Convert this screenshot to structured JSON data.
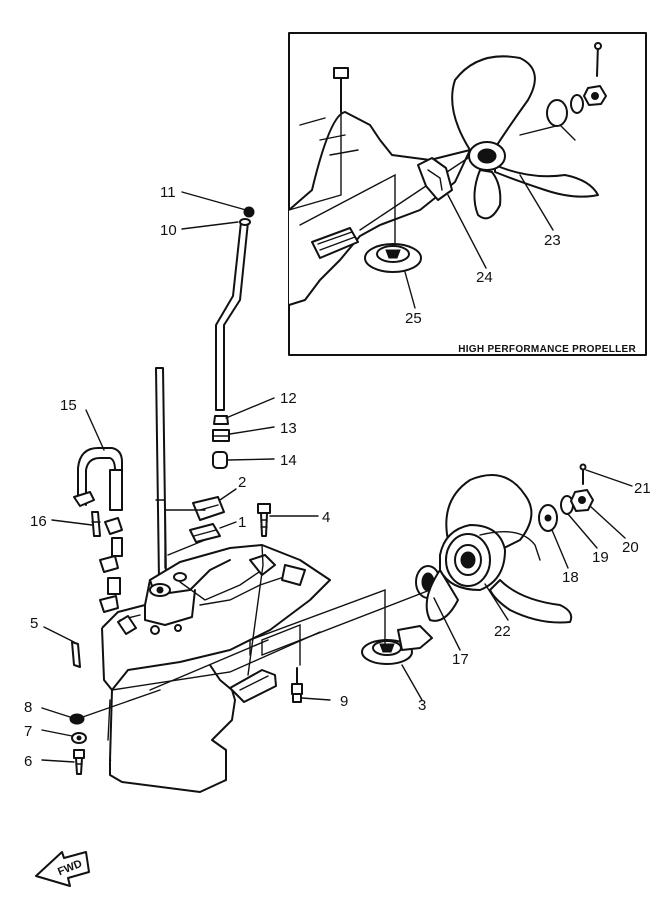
{
  "inset": {
    "caption": "HIGH PERFORMANCE PROPELLER"
  },
  "fwd_label": "FWD",
  "callouts": [
    {
      "id": "1",
      "label": "1"
    },
    {
      "id": "2",
      "label": "2"
    },
    {
      "id": "3",
      "label": "3"
    },
    {
      "id": "4",
      "label": "4"
    },
    {
      "id": "5",
      "label": "5"
    },
    {
      "id": "6",
      "label": "6"
    },
    {
      "id": "7",
      "label": "7"
    },
    {
      "id": "8",
      "label": "8"
    },
    {
      "id": "9",
      "label": "9"
    },
    {
      "id": "10",
      "label": "10"
    },
    {
      "id": "11",
      "label": "11"
    },
    {
      "id": "12",
      "label": "12"
    },
    {
      "id": "13",
      "label": "13"
    },
    {
      "id": "14",
      "label": "14"
    },
    {
      "id": "15",
      "label": "15"
    },
    {
      "id": "16",
      "label": "16"
    },
    {
      "id": "17",
      "label": "17"
    },
    {
      "id": "18",
      "label": "18"
    },
    {
      "id": "19",
      "label": "19"
    },
    {
      "id": "20",
      "label": "20"
    },
    {
      "id": "21",
      "label": "21"
    },
    {
      "id": "22",
      "label": "22"
    },
    {
      "id": "23",
      "label": "23"
    },
    {
      "id": "24",
      "label": "24"
    },
    {
      "id": "25",
      "label": "25"
    }
  ]
}
